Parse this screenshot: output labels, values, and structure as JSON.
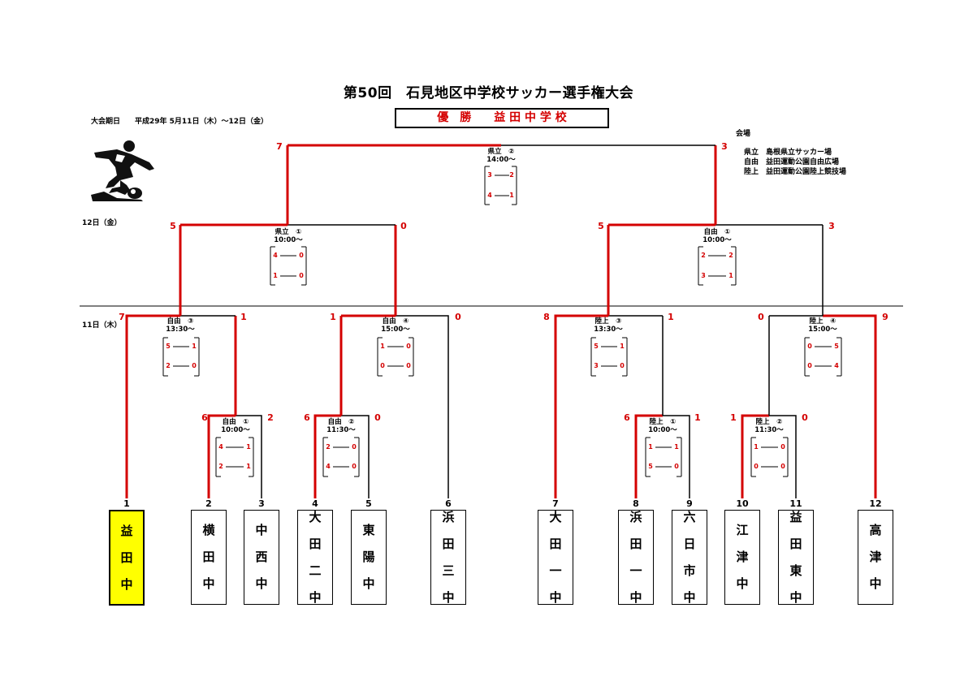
{
  "title": "第50回　石見地区中学校サッカー選手権大会",
  "champion": {
    "label": "優　勝",
    "team": "益 田 中 学 校"
  },
  "dates": "大会期日　　平成29年 5月11日（木）～12日（金）",
  "day2_label": "12日（金）",
  "day1_label": "11日（木）",
  "venues": {
    "heading": "会場",
    "lines": [
      {
        "abbr": "県立",
        "name": "島根県立サッカー場"
      },
      {
        "abbr": "自由",
        "name": "益田運動公園自由広場"
      },
      {
        "abbr": "陸上",
        "name": "益田運動公園陸上競技場"
      }
    ]
  },
  "teams": [
    {
      "seed": "1",
      "name": [
        "益",
        "田",
        "中"
      ],
      "winner": true
    },
    {
      "seed": "2",
      "name": [
        "横",
        "田",
        "中"
      ]
    },
    {
      "seed": "3",
      "name": [
        "中",
        "西",
        "中"
      ]
    },
    {
      "seed": "4",
      "name": [
        "大",
        "田",
        "二",
        "中"
      ]
    },
    {
      "seed": "5",
      "name": [
        "東",
        "陽",
        "中"
      ]
    },
    {
      "seed": "6",
      "name": [
        "浜",
        "田",
        "三",
        "中"
      ]
    },
    {
      "seed": "7",
      "name": [
        "大",
        "田",
        "一",
        "中"
      ]
    },
    {
      "seed": "8",
      "name": [
        "浜",
        "田",
        "一",
        "中"
      ]
    },
    {
      "seed": "9",
      "name": [
        "六",
        "日",
        "市",
        "中"
      ]
    },
    {
      "seed": "10",
      "name": [
        "江",
        "津",
        "中"
      ]
    },
    {
      "seed": "11",
      "name": [
        "益",
        "田",
        "東",
        "中"
      ]
    },
    {
      "seed": "12",
      "name": [
        "高",
        "津",
        "中"
      ]
    }
  ],
  "matches": {
    "r1a": {
      "venue": "自由　①",
      "time": "10:00～",
      "left": "6",
      "right": "2",
      "h1": [
        "4",
        "1"
      ],
      "h2": [
        "2",
        "1"
      ]
    },
    "r1b": {
      "venue": "自由　②",
      "time": "11:30～",
      "left": "6",
      "right": "0",
      "h1": [
        "2",
        "0"
      ],
      "h2": [
        "4",
        "0"
      ]
    },
    "r1c": {
      "venue": "陸上　①",
      "time": "10:00～",
      "left": "6",
      "right": "1",
      "h1": [
        "1",
        "1"
      ],
      "h2": [
        "5",
        "0"
      ]
    },
    "r1d": {
      "venue": "陸上　②",
      "time": "11:30～",
      "left": "1",
      "right": "0",
      "h1": [
        "1",
        "0"
      ],
      "h2": [
        "0",
        "0"
      ]
    },
    "qfa": {
      "venue": "自由　③",
      "time": "13:30～",
      "left": "7",
      "right": "1",
      "h1": [
        "5",
        "1"
      ],
      "h2": [
        "2",
        "0"
      ]
    },
    "qfb": {
      "venue": "自由　④",
      "time": "15:00～",
      "left": "1",
      "right": "0",
      "h1": [
        "1",
        "0"
      ],
      "h2": [
        "0",
        "0"
      ]
    },
    "qfc": {
      "venue": "陸上　③",
      "time": "13:30～",
      "left": "8",
      "right": "1",
      "h1": [
        "5",
        "1"
      ],
      "h2": [
        "3",
        "0"
      ]
    },
    "qfd": {
      "venue": "陸上　④",
      "time": "15:00～",
      "left": "0",
      "right": "9",
      "h1": [
        "0",
        "5"
      ],
      "h2": [
        "0",
        "4"
      ]
    },
    "sfa": {
      "venue": "県立　①",
      "time": "10:00～",
      "left": "5",
      "right": "0",
      "h1": [
        "4",
        "0"
      ],
      "h2": [
        "1",
        "0"
      ]
    },
    "sfb": {
      "venue": "自由　①",
      "time": "10:00～",
      "left": "5",
      "right": "3",
      "h1": [
        "2",
        "2"
      ],
      "h2": [
        "3",
        "1"
      ]
    },
    "final": {
      "venue": "県立　②",
      "time": "14:00～",
      "left": "7",
      "right": "3",
      "h1": [
        "3",
        "2"
      ],
      "h2": [
        "4",
        "1"
      ]
    }
  },
  "colors": {
    "win_line": "#d40000",
    "line": "#000000",
    "winner_fill": "#ffff00"
  }
}
